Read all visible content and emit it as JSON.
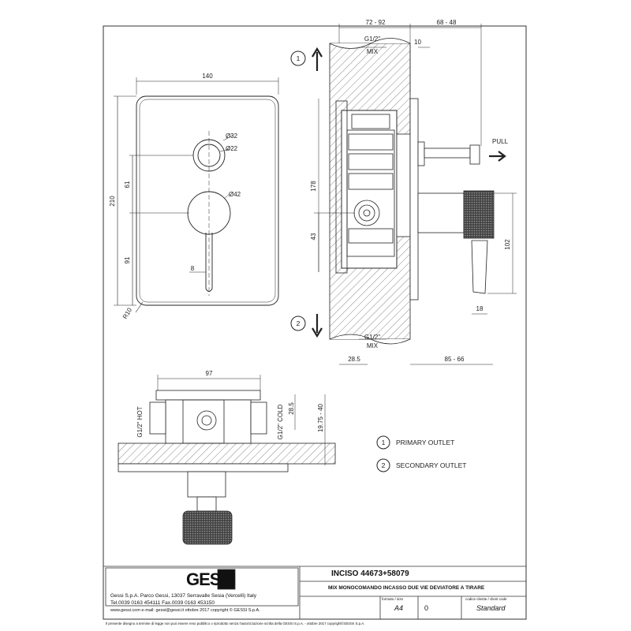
{
  "front_view": {
    "width": "140",
    "height": "210",
    "upper": "61",
    "lower": "91",
    "lever": "8",
    "d32": "Ø32",
    "d22": "Ø22",
    "d42": "Ø42",
    "radius": "R10"
  },
  "side_view": {
    "depth": "72 - 92",
    "protrusion": "68 - 48",
    "ten": "10",
    "g_top": "G1/2\"",
    "mix_top": "MIX",
    "g_bot": "G1/2\"",
    "mix_bot": "MIX",
    "h178": "178",
    "h43": "43",
    "h102": "102",
    "w18": "18",
    "w28": "28.5",
    "w85": "85 - 66",
    "pull": "PULL"
  },
  "bottom_view": {
    "width": "97",
    "hot": "G1/2\" HOT",
    "cold": "G1/2\" COLD",
    "d285": "28.5",
    "range": "19.75 - 40"
  },
  "outlets": [
    {
      "num": "1",
      "label": "PRIMARY OUTLET"
    },
    {
      "num": "2",
      "label": "SECONDARY OUTLET"
    }
  ],
  "title_block": {
    "logo": "GESSI",
    "company": "Gessi S.p.A. Parco Gessi, 13037 Serravalle Sesia (Vercelli) Italy",
    "tel": "Tel.0039 0163 454111 Fax.0039 0163 453150",
    "web": "www.gessi.com e-mail: gessi@gessi.it ottobre 2017 copyright © GESSI S.p.A.",
    "product": "INCISO 44673+58079",
    "description": "MIX MONOCOMANDO INCASSO DUE VIE DEVIATORE A TIRARE",
    "format_label": "formato / size",
    "format": "A4",
    "rev": "0",
    "code_label": "codice cliente / client code",
    "code": "Standard",
    "footer": "Il presente disegno a termine di legge non può essere reso pubblico o riprodotto senza l'autorizzazione scritta della GESSI S.p.A. - ottobre 2017 copyright©GESSI S.p.A."
  }
}
